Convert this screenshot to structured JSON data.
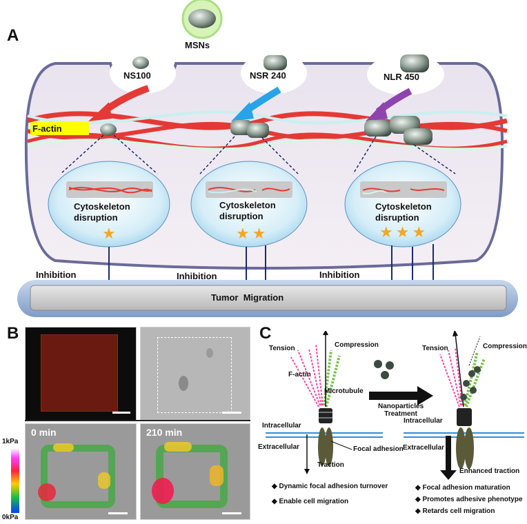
{
  "panelA": {
    "letter": "A",
    "msns_label": "MSNs",
    "particles": [
      "NS100",
      "NSR 240",
      "NLR 450"
    ],
    "factin_label": "F-actin",
    "disruption": [
      "Cytoskeleton\ndisruption",
      "Cytoskeleton\ndisruption",
      "Cytoskeleton\ndisruption"
    ],
    "star_counts": [
      1,
      2,
      3
    ],
    "inhibition": [
      "Inhibition",
      "Inhibition",
      "Inhibition"
    ],
    "migration_bar": "Tumor  Migration",
    "colors": {
      "factin_box": "#ffff00",
      "arrow1": "#e53935",
      "arrow2": "#29a3e8",
      "arrow3": "#8e44ad",
      "star": "#f5a623"
    }
  },
  "panelB": {
    "letter": "B",
    "time0": "0 min",
    "time1": "210 min",
    "scale_top": "1kPa",
    "scale_bottom": "0kPa"
  },
  "panelC": {
    "letter": "C",
    "left": {
      "tension": "Tension",
      "compression": "Compression",
      "factin": "F-actin",
      "microtubule": "Microtubule",
      "intracellular": "Intracellular",
      "extracellular": "Extracellular",
      "focal_adhesion": "Focal adhesion",
      "traction": "Traction",
      "bullets": [
        "Dynamic focal adhesion turnover",
        "Enable cell migration"
      ]
    },
    "treatment": "Nanoparticles\nTreatment",
    "right": {
      "tension": "Tension",
      "compression": "Compression",
      "intracellular": "Intracellular",
      "extracellular": "Extracellular",
      "traction": "Enhanced traction",
      "bullets": [
        "Focal adhesion maturation",
        "Promotes adhesive phenotype",
        "Retards cell migration"
      ]
    }
  }
}
